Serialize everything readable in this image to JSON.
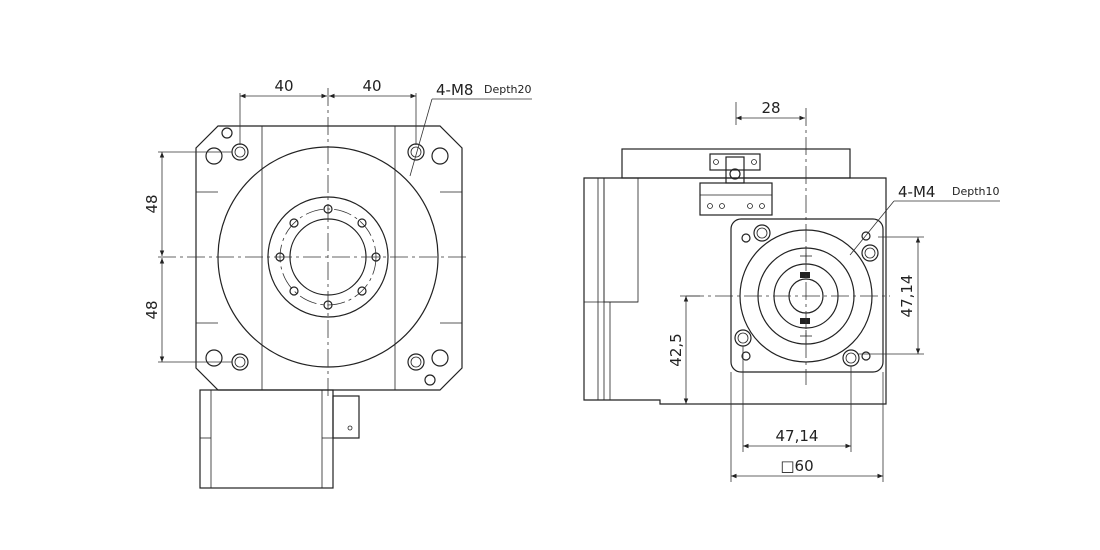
{
  "front_view": {
    "dim_left_40": "40",
    "dim_right_40": "40",
    "dim_upper_48": "48",
    "dim_lower_48": "48",
    "thread_note": "4-M8",
    "thread_depth": "Depth20"
  },
  "side_view": {
    "dim_28": "28",
    "thread_note": "4-M4",
    "thread_depth": "Depth10",
    "dim_vertical_4714": "47,14",
    "dim_horizontal_4714": "47,14",
    "dim_425": "42,5",
    "dim_square_60": "□60"
  }
}
